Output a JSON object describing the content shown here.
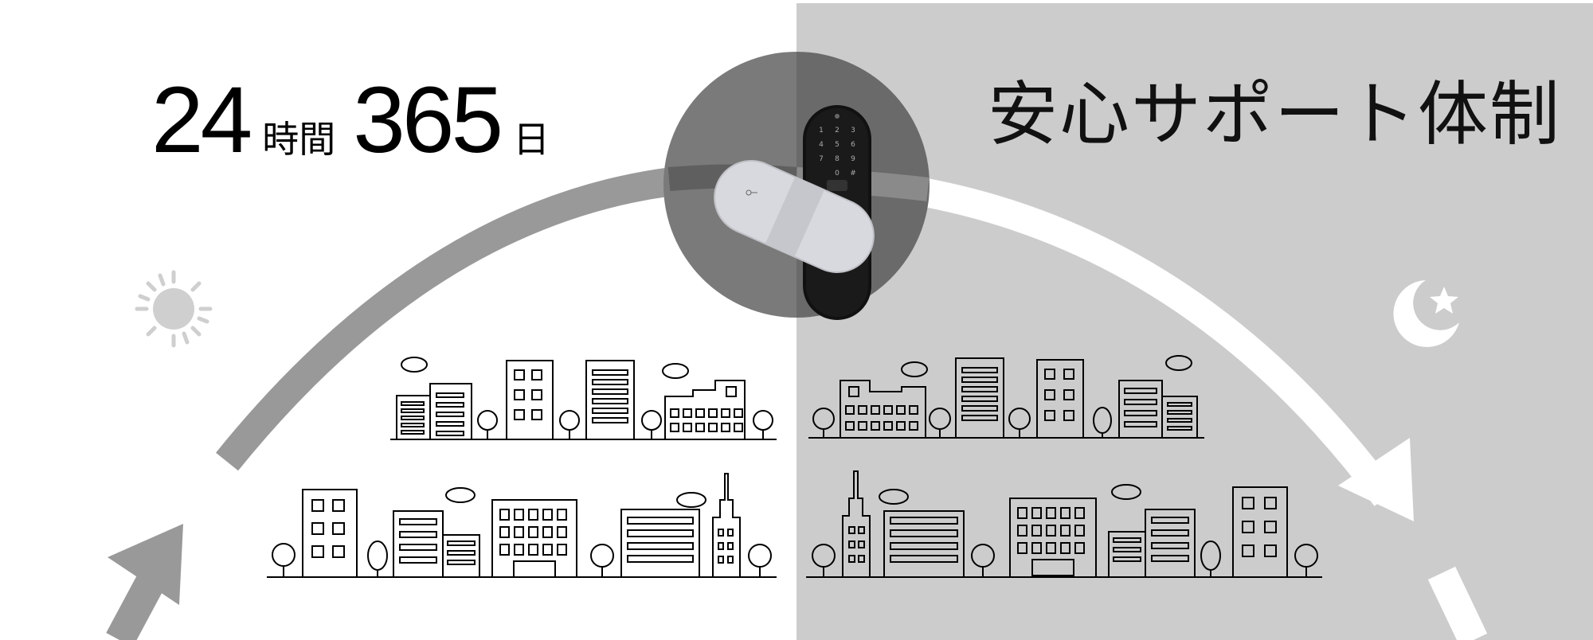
{
  "headline": {
    "hours_number": "24",
    "hours_unit": "時間",
    "days_number": "365",
    "days_unit": "日",
    "tagline": "安心サポート体制"
  },
  "device": {
    "keypad_keys": [
      "1",
      "2",
      "3",
      "4",
      "5",
      "6",
      "7",
      "8",
      "9",
      "",
      "0",
      "#"
    ]
  },
  "icons": [
    "sun-icon",
    "moon-icon",
    "star-icon",
    "key-icon"
  ],
  "colors": {
    "day_background": "#ffffff",
    "night_background": "#cccccc",
    "day_arrow": "#999999",
    "night_arrow": "#ffffff",
    "circle_day": "#7a7a7a",
    "circle_night": "#6a6a6a",
    "line_art": "#000000"
  }
}
